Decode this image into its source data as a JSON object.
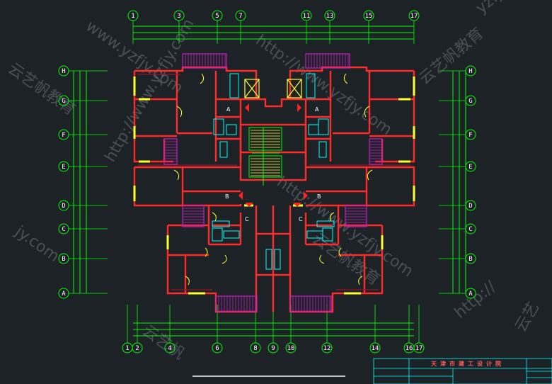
{
  "top_axes": [
    "1",
    "3",
    "5",
    "7",
    "11",
    "13",
    "15",
    "17"
  ],
  "bottom_axes": [
    "1",
    "2",
    "4",
    "6",
    "8",
    "9",
    "10",
    "12",
    "14",
    "16",
    "17"
  ],
  "left_axes": [
    "H",
    "G",
    "F",
    "E",
    "D",
    "C",
    "B",
    "A"
  ],
  "right_axes": [
    "H",
    "G",
    "F",
    "E",
    "D",
    "C",
    "B",
    "A"
  ],
  "door_marks": [
    "A",
    "A",
    "B",
    "B",
    "C",
    "C"
  ],
  "title_block": {
    "title": "天津市建工设计院"
  },
  "colors": {
    "wall": "#ff2a2a",
    "dim": "#00ff00",
    "stair": "#c020c0",
    "window": "#ffff30",
    "fixture": "#00ffff",
    "background": "#1d2226"
  }
}
